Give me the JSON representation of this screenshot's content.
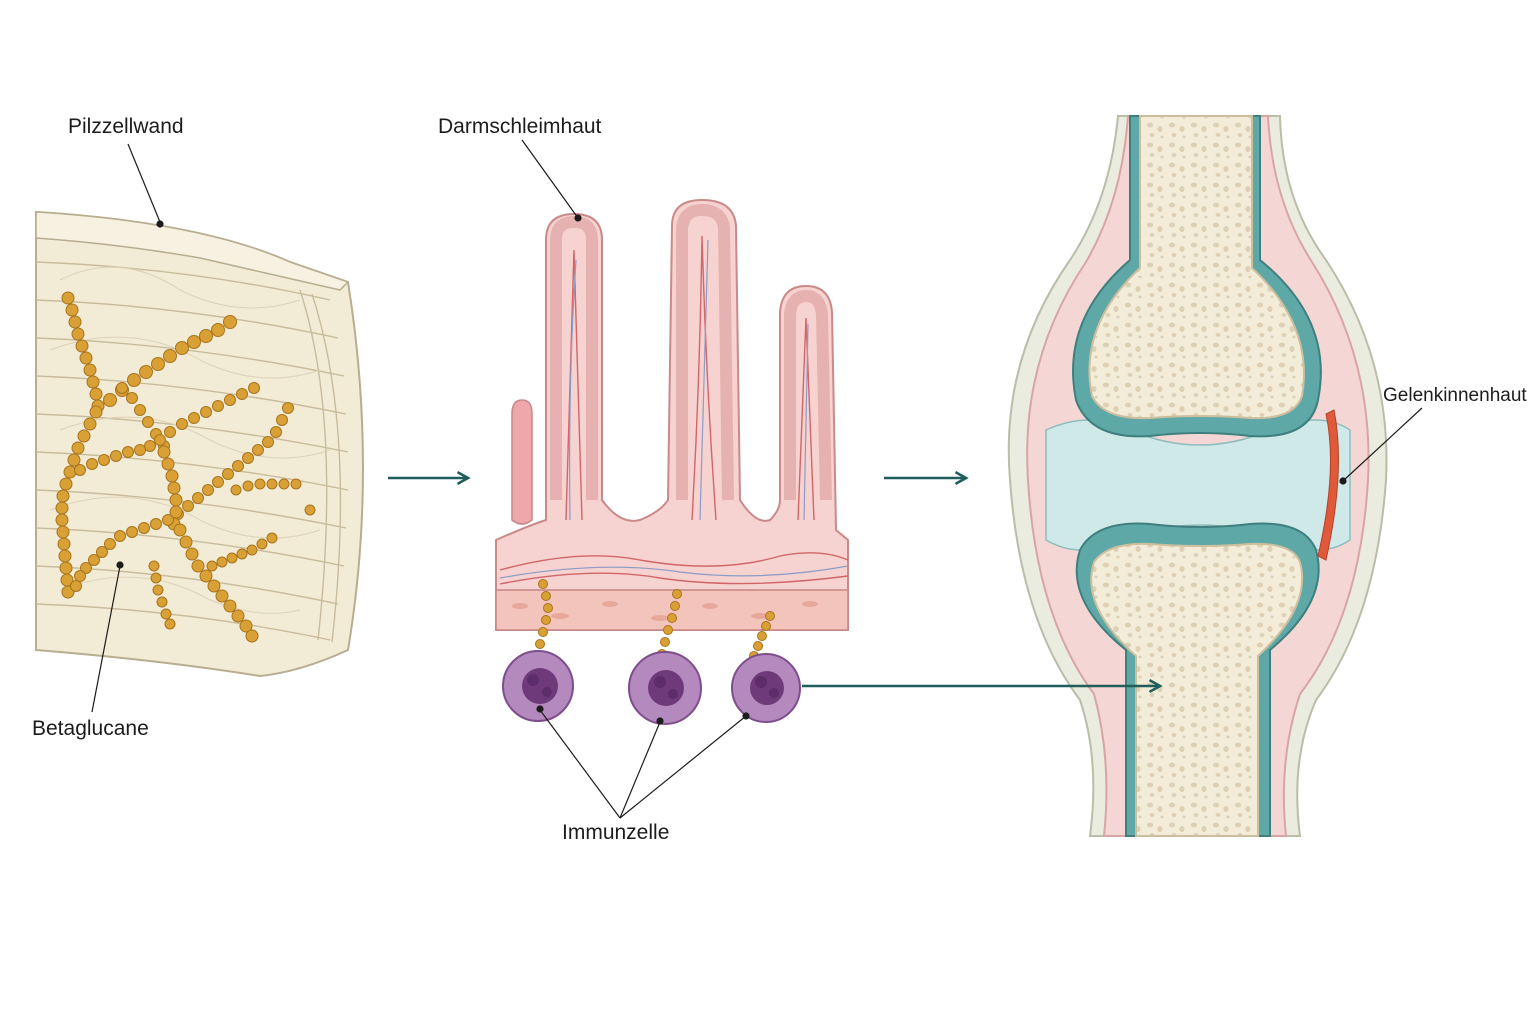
{
  "labels": {
    "fungal_cell_wall": "Pilzzellwand",
    "beta_glucans": "Betaglucane",
    "intestinal_mucosa": "Darmschleimhaut",
    "immune_cell": "Immunzelle",
    "synovial_membrane": "Gelenkinnenhaut"
  },
  "colors": {
    "arrow": "#1f5e5a",
    "beta_glucan": "#d9a036",
    "immune_cell": "#9c6aa6",
    "mucosa": "#f2c4c4",
    "bone": "#f3ecd9",
    "cartilage": "#5ea8a7",
    "synovial_fluid": "#cfe8e8",
    "inflammation": "#e05a3a"
  }
}
